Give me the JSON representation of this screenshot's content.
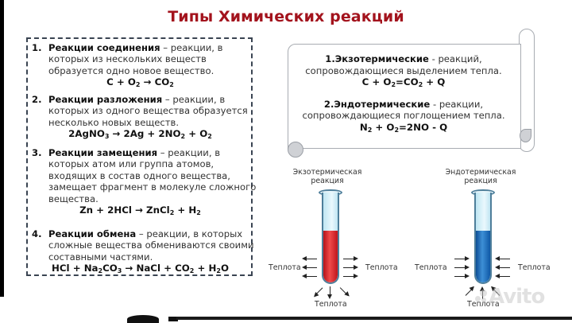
{
  "title": "Типы Химических реакций",
  "reactions": [
    {
      "num": "1.",
      "name": "Реакции соединения",
      "desc": " – реакции, в которых из нескольких веществ образуется одно новое вещество.",
      "formula_html": "C + O<sub>2</sub> → CO<sub>2</sub>"
    },
    {
      "num": "2.",
      "name": "Реакции разложения",
      "desc": " – реакции, в которых из одного вещества образуется несколько новых веществ.",
      "formula_html": "2AgNO<sub>3</sub> → 2Ag + 2NO<sub>2</sub> + O<sub>2</sub>"
    },
    {
      "num": "3.",
      "name": "Реакции замещения",
      "desc": " – реакции, в которых атом или группа атомов, входящих в состав одного вещества, замещает фрагмент в молекуле сложного вещества.",
      "formula_html": "Zn + 2HCl → ZnCl<sub>2</sub> + H<sub>2</sub>"
    },
    {
      "num": "4.",
      "name": "Реакции обмена",
      "desc": " – реакции, в которых сложные вещества обмениваются своими составными частями.",
      "formula_html": "HCl + Na<sub>2</sub>CO<sub>3</sub> → NaCl + CO<sub>2</sub> + H<sub>2</sub>O"
    }
  ],
  "thermal": [
    {
      "name": "1.Экзотермические",
      "desc": " - реакций,",
      "desc2": "сопровождающиеся выделением тепла.",
      "formula_html": "C + O<sub>2</sub>=CO<sub>2</sub> + Q"
    },
    {
      "name": "2.Эндотермические",
      "desc": " - реакции,",
      "desc2": "сопровождающиеся поглощением тепла.",
      "formula_html": "N<sub>2</sub> + O<sub>2</sub>=2NO - Q"
    }
  ],
  "tubes": {
    "exo": {
      "label_line1": "Экзотермическая",
      "label_line2": "реакция",
      "heat": "Теплота",
      "liquid_color": "#e0262b"
    },
    "endo": {
      "label_line1": "Эндотермическая",
      "label_line2": "реакция",
      "heat": "Теплота",
      "liquid_color": "#1f6fc0"
    }
  },
  "watermark": "Avito",
  "colors": {
    "title": "#a3131d"
  }
}
